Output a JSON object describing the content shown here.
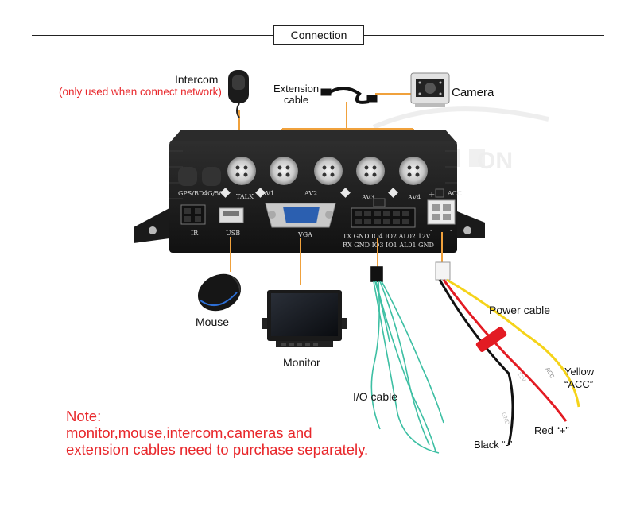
{
  "header": {
    "title": "Connection"
  },
  "labels": {
    "intercom": "Intercom",
    "intercom_note": "(only used when connect network)",
    "extension_cable": [
      "Extension",
      "cable"
    ],
    "camera": "Camera",
    "mouse": "Mouse",
    "monitor": "Monitor",
    "io_cable": "I/O cable",
    "power_cable": "Power cable",
    "yellow": [
      "Yellow",
      "“ACC”"
    ],
    "red": "Red “+”",
    "black": "Black “-”"
  },
  "device": {
    "left_labels": [
      "GPS/BD",
      "4G/5G"
    ],
    "ports": [
      "TALK",
      "AV1",
      "AV2",
      "AV3",
      "AV4"
    ],
    "bottom_labels": {
      "ir": "IR",
      "usb": "USB",
      "vga": "VGA",
      "acc": "ACC",
      "plus": "+",
      "minus": "-"
    },
    "io_pins_top": "TX GND IO4 IO2 AL02 12V",
    "io_pins_bottom": "RX GND IO3 IO1 AL01 GND"
  },
  "note": {
    "lines": [
      "Note:",
      "monitor,mouse,intercom,cameras and",
      "extension cables need to purchase separately."
    ]
  },
  "colors": {
    "accent_orange": "#f0a13c",
    "note_red": "#e8272b",
    "device_body": "#1c1c1c",
    "io_wire": "#3dbfa3"
  }
}
